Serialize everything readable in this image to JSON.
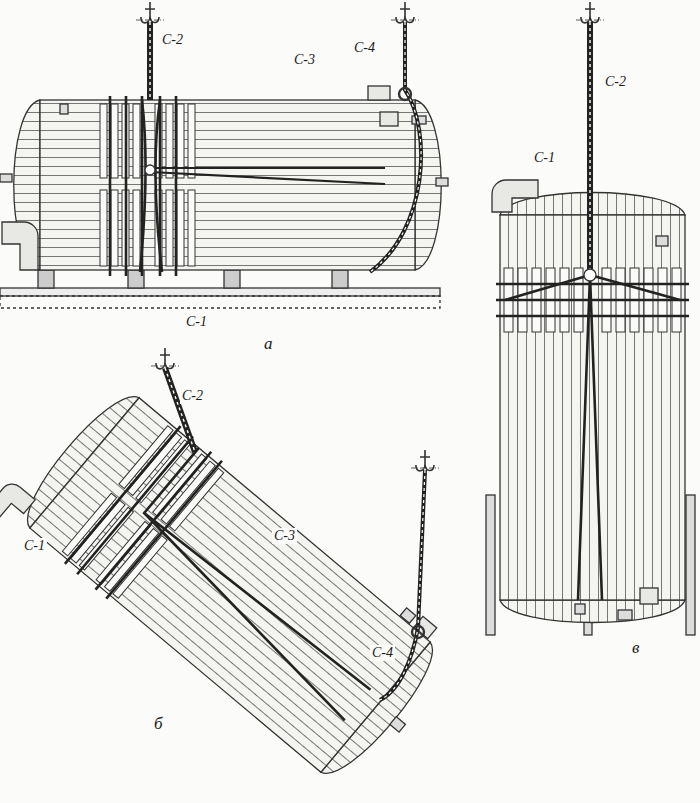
{
  "diagram": {
    "labels": [
      "С-2",
      "С-4",
      "С-3",
      "С-2",
      "С-1",
      "С-1",
      "а",
      "С-2",
      "С-3",
      "С-1",
      "С-4",
      "в",
      "б"
    ]
  }
}
